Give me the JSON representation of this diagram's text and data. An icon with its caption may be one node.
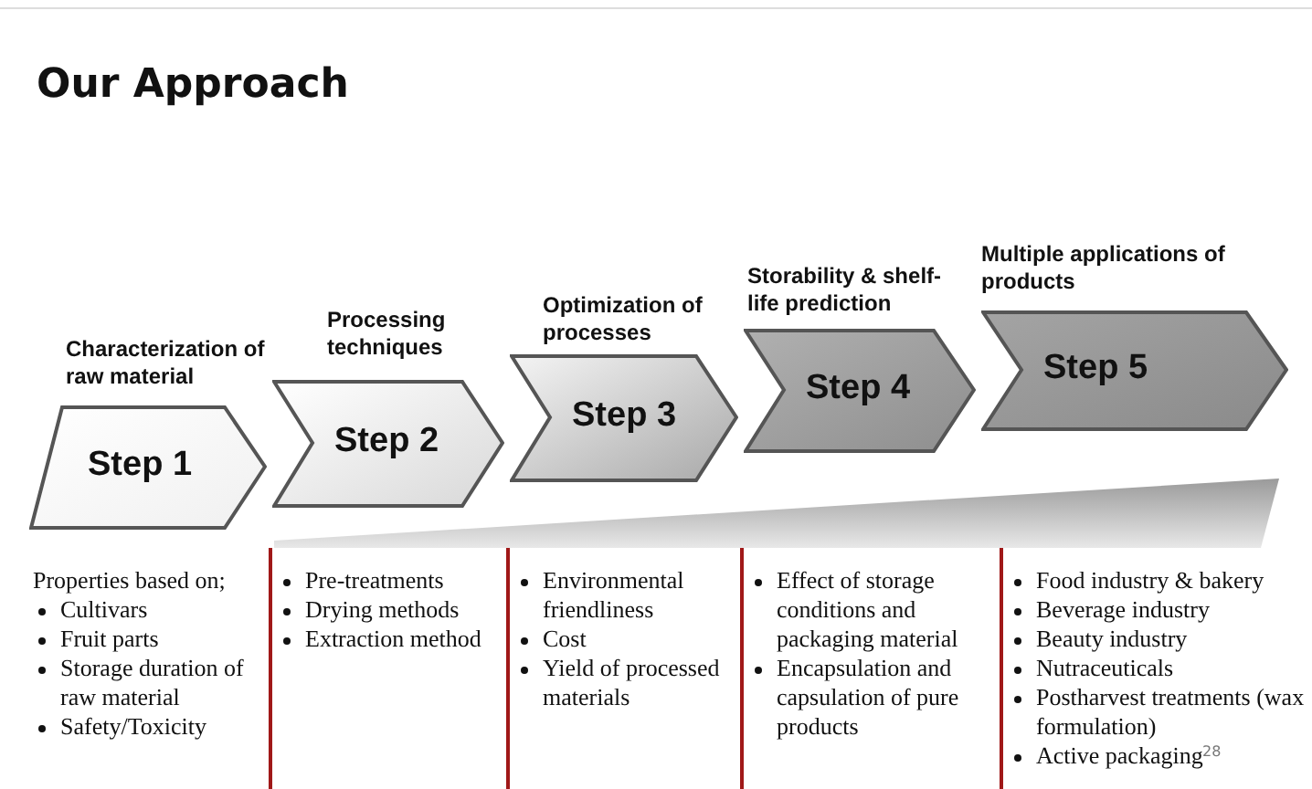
{
  "diagram": {
    "title": "Our Approach",
    "nodes": [
      {
        "text": [
          "Characterization of raw material",
          "Step 1"
        ],
        "beside": [
          "Properties based on;",
          "Cultivars",
          "Fruit parts",
          "Storage duration of raw material",
          "Safety/Toxicity"
        ]
      },
      {
        "text": [
          "Processing techniques",
          "Step 2"
        ],
        "beside": [
          "Pre-treatments",
          "Drying methods",
          "Extraction method"
        ]
      },
      {
        "text": [
          "Optimization of processes",
          "Step 3"
        ],
        "beside": [
          "Environmental friendliness",
          "Cost",
          "Yield of processed materials"
        ]
      },
      {
        "text": [
          "Storability & shelf-life prediction",
          "Step 4"
        ],
        "beside": [
          "Effect of storage conditions and packaging material",
          "Encapsulation and capsulation of pure products"
        ]
      },
      {
        "text": [
          "Multiple applications of products",
          "Step 5"
        ],
        "beside": [
          "Food industry & bakery",
          "Beverage industry",
          "Beauty industry",
          "Nutraceuticals",
          "Postharvest treatments (wax formulation)",
          "Active packaging"
        ]
      }
    ],
    "edges": [],
    "labels": [
      "28"
    ]
  }
}
